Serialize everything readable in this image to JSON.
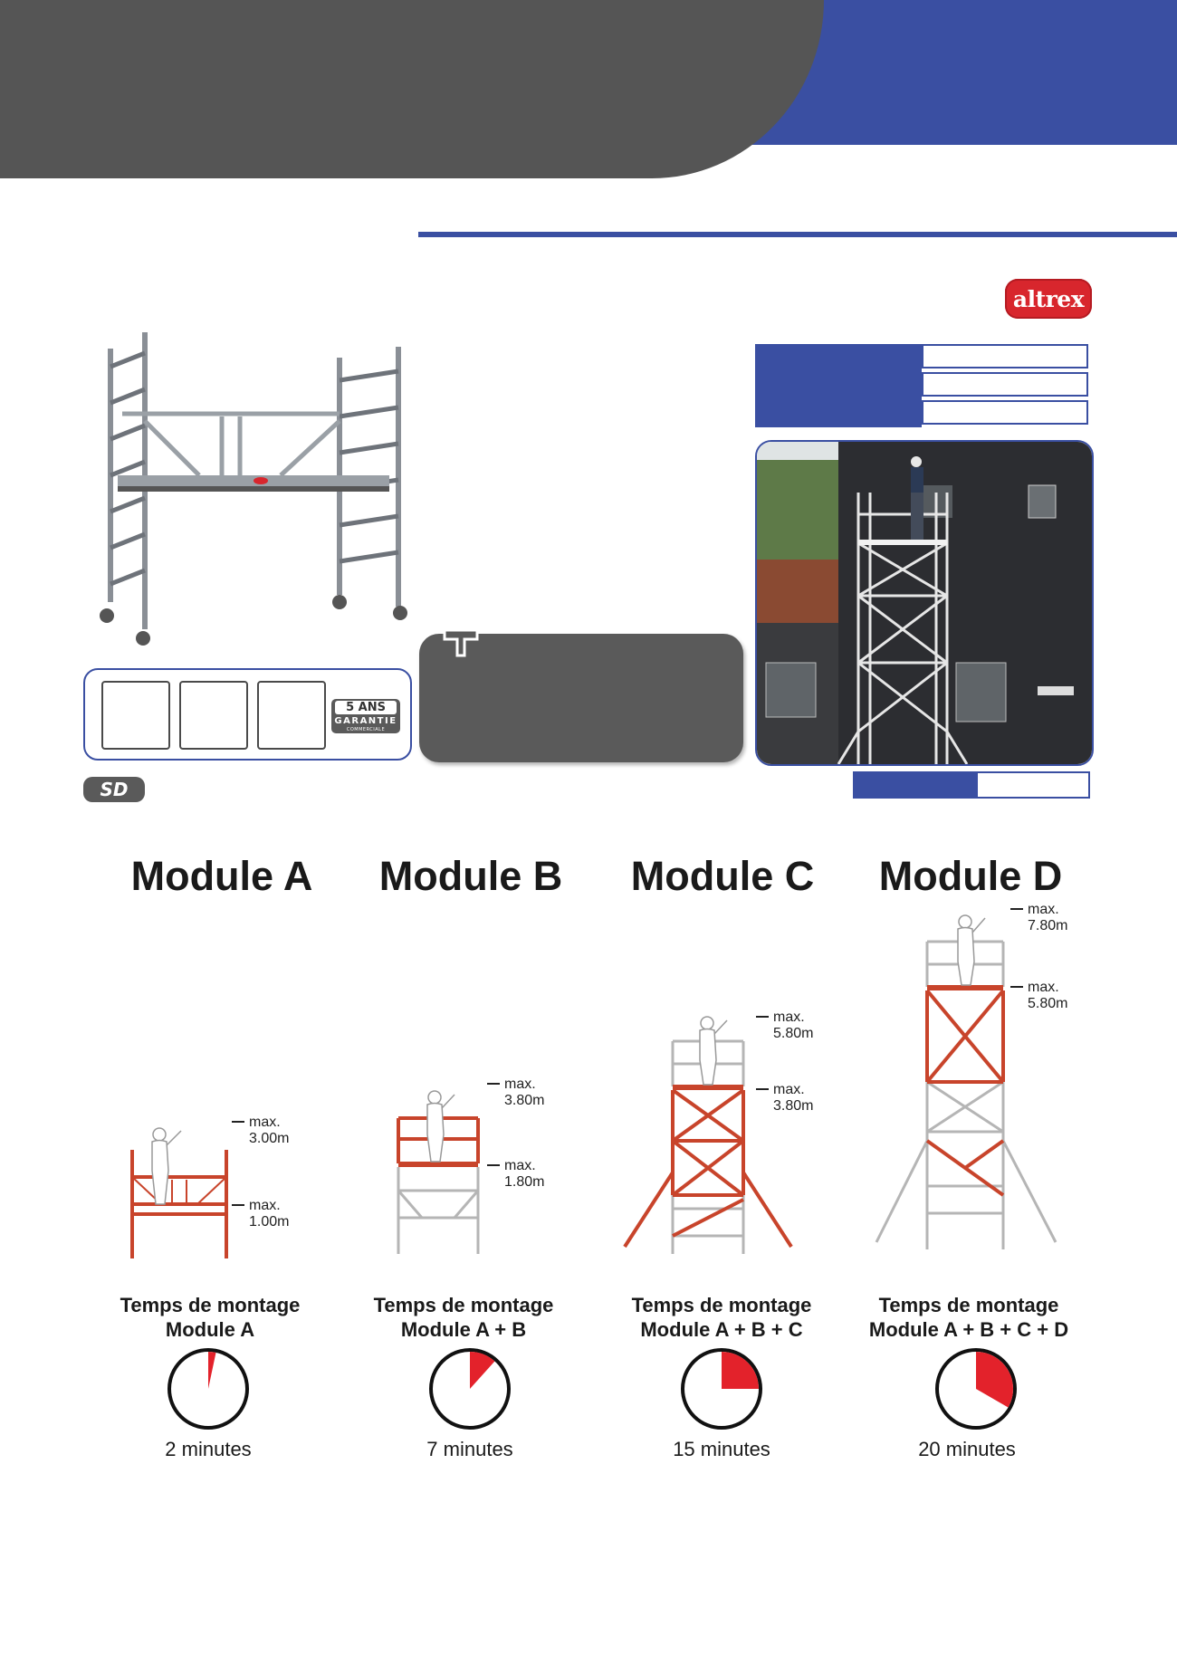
{
  "brand": {
    "logo_text": "altrex"
  },
  "badges": {
    "warranty_line1": "5 ANS",
    "warranty_line2": "GARANTIE",
    "warranty_line3": "COMMERCIALE",
    "model_badge": "SD"
  },
  "colors": {
    "accent_blue": "#3a4fa2",
    "header_dark": "#555555",
    "scaffold_red": "#c8442b",
    "pie_red": "#e3222b"
  },
  "modules": [
    {
      "title": "Module A",
      "heights": [
        {
          "l1": "max.",
          "l2": "3.00m"
        },
        {
          "l1": "max.",
          "l2": "1.00m"
        }
      ],
      "mount_title": "Temps de montage",
      "mount_module": "Module A",
      "time_label": "2 minutes",
      "minutes": 2
    },
    {
      "title": "Module B",
      "heights": [
        {
          "l1": "max.",
          "l2": "3.80m"
        },
        {
          "l1": "max.",
          "l2": "1.80m"
        }
      ],
      "mount_title": "Temps de montage",
      "mount_module": "Module A + B",
      "time_label": "7 minutes",
      "minutes": 7
    },
    {
      "title": "Module C",
      "heights": [
        {
          "l1": "max.",
          "l2": "5.80m"
        },
        {
          "l1": "max.",
          "l2": "3.80m"
        }
      ],
      "mount_title": "Temps de montage",
      "mount_module": "Module A + B + C",
      "time_label": "15 minutes",
      "minutes": 15
    },
    {
      "title": "Module D",
      "heights": [
        {
          "l1": "max.",
          "l2": "7.80m"
        },
        {
          "l1": "max.",
          "l2": "5.80m"
        }
      ],
      "mount_title": "Temps de montage",
      "mount_module": "Module A + B + C + D",
      "time_label": "20 minutes",
      "minutes": 20
    }
  ]
}
